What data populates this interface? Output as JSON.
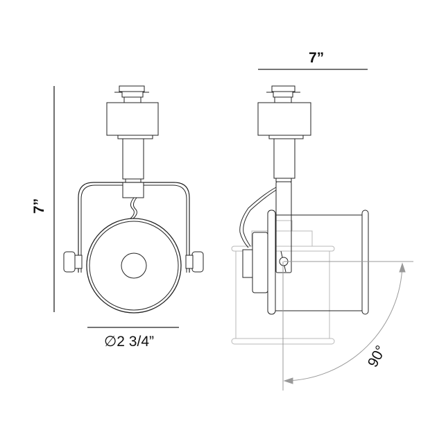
{
  "title": "Track light fixture dimensions",
  "dimensions": {
    "width_label": "7”",
    "height_label": "7”",
    "diameter_label": "∅2 3/4”",
    "tilt_label": "90°"
  },
  "colors": {
    "line": "#222222",
    "ghost": "#b8b8b8"
  }
}
